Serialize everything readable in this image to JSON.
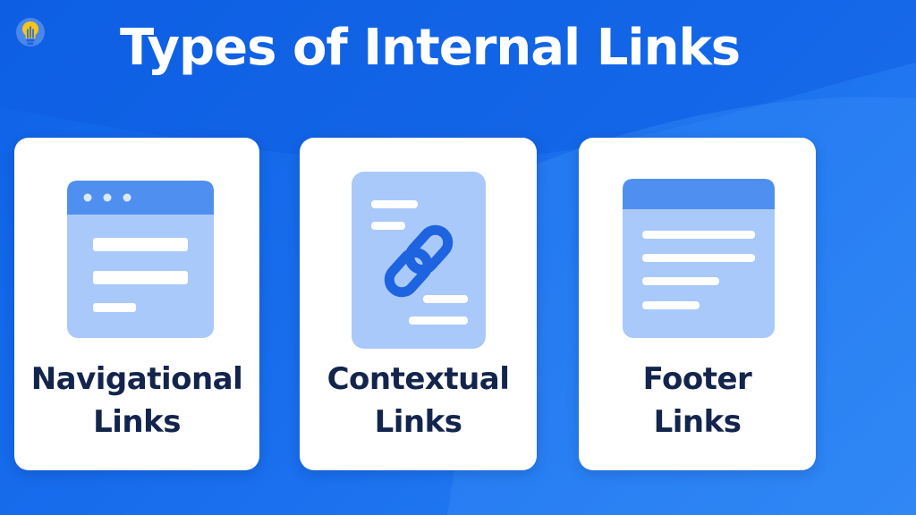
{
  "title": "Types of Internal Links",
  "logo": {
    "icon": "lightbulb-icon"
  },
  "colors": {
    "background": "#1467ea",
    "card": "#ffffff",
    "label": "#13254d",
    "illustration_light": "#a9c9fb",
    "illustration_dark": "#4f8fef",
    "link_chain": "#1e63e0"
  },
  "cards": [
    {
      "id": "navigational",
      "icon": "browser-window-icon",
      "line1": "Navigational",
      "line2": "Links"
    },
    {
      "id": "contextual",
      "icon": "chain-link-document-icon",
      "line1": "Contextual",
      "line2": "Links"
    },
    {
      "id": "footer",
      "icon": "page-layout-icon",
      "line1": "Footer",
      "line2": "Links"
    }
  ]
}
